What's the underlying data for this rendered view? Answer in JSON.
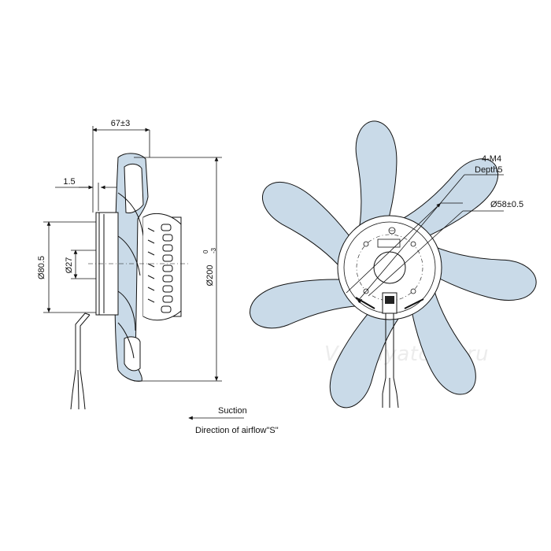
{
  "dimensions": {
    "depth": "67±3",
    "offset": "1.5",
    "motor_dia": "Ø80.5",
    "shaft_dia": "Ø27",
    "fan_dia_base": "Ø200",
    "fan_dia_upper": "0",
    "fan_dia_lower": "-3",
    "holes": "4-M4",
    "hole_depth": "Depth5",
    "bolt_circle": "Ø58±0.5"
  },
  "airflow": {
    "suction_label": "Suction",
    "direction_label": "Direction of airflow\"S\""
  },
  "watermark": "Ventilyatorry.ru",
  "colors": {
    "line": "#111111",
    "blade_fill": "#c9dae8",
    "watermark": "#ececec"
  }
}
